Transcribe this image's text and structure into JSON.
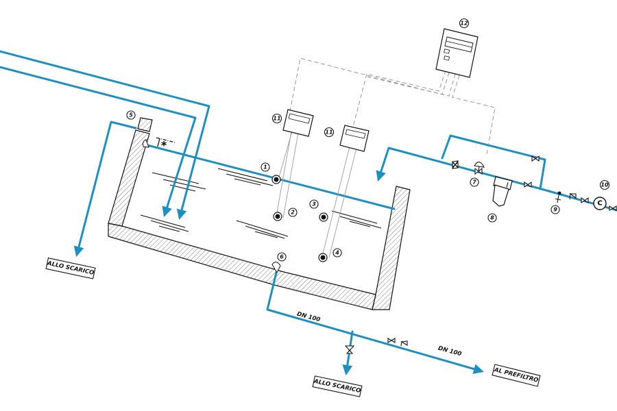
{
  "diagram": {
    "title": "Process scheme - tank with sensors and piping",
    "colors": {
      "pipe": "#1d8fc0",
      "ink": "#111111",
      "signal": "#8a8a8a",
      "hatch": "#555555"
    },
    "callouts": {
      "sensor_1": "1",
      "sensor_2": "2",
      "sensor_3": "3",
      "sensor_4": "4",
      "overflow_left": "5",
      "drain_bottom": "6",
      "valve_7": "7",
      "filter_8": "8",
      "point_9": "9",
      "compressor_10": "10",
      "transmitter_a": "11",
      "transmitter_b": "11",
      "controller_12": "12"
    },
    "labels": {
      "discharge_left": "ALLO SCARICO",
      "discharge_bottom": "ALLO SCARICO",
      "to_prefilter": "AL PREFILTRO",
      "dn_1": "DN 100",
      "dn_2": "DN 100",
      "asterisk": "*",
      "compressor_symbol": "C"
    }
  }
}
